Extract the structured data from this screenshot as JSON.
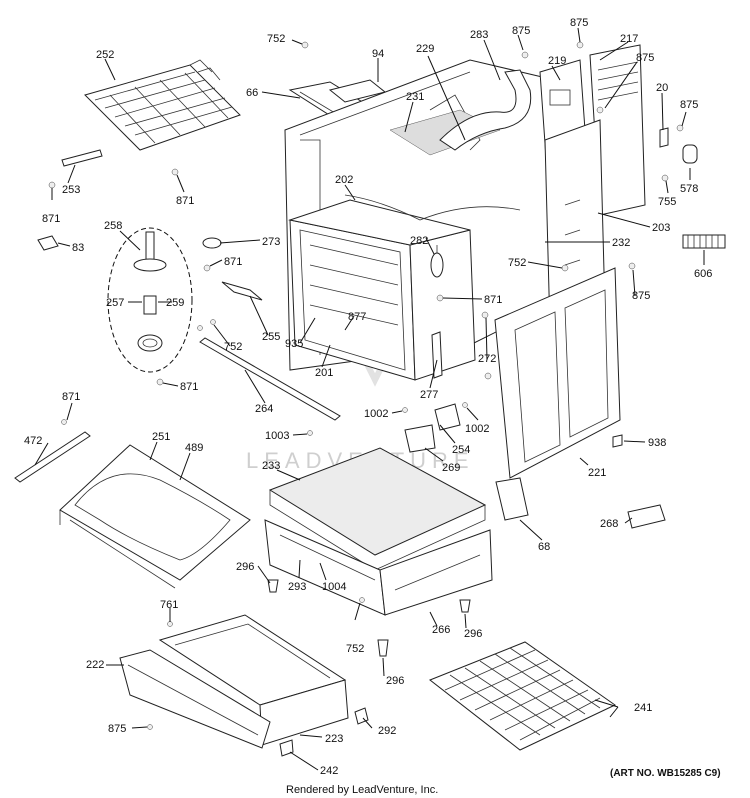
{
  "footer": {
    "rendered_by": "Rendered by LeadVenture, Inc."
  },
  "art_number": "(ART NO. WB15285 C9)",
  "watermark": "LEADVENTURE",
  "callouts": [
    {
      "id": "c752a",
      "label": "752"
    },
    {
      "id": "c94",
      "label": "94"
    },
    {
      "id": "c229",
      "label": "229"
    },
    {
      "id": "c283",
      "label": "283"
    },
    {
      "id": "c875a",
      "label": "875"
    },
    {
      "id": "c875b",
      "label": "875"
    },
    {
      "id": "c217",
      "label": "217"
    },
    {
      "id": "c219",
      "label": "219"
    },
    {
      "id": "c875c",
      "label": "875"
    },
    {
      "id": "c252",
      "label": "252"
    },
    {
      "id": "c66",
      "label": "66"
    },
    {
      "id": "c231",
      "label": "231"
    },
    {
      "id": "c20",
      "label": "20"
    },
    {
      "id": "c875d",
      "label": "875"
    },
    {
      "id": "c253",
      "label": "253"
    },
    {
      "id": "c871a",
      "label": "871"
    },
    {
      "id": "c871b",
      "label": "871"
    },
    {
      "id": "c202",
      "label": "202"
    },
    {
      "id": "c578",
      "label": "578"
    },
    {
      "id": "c755",
      "label": "755"
    },
    {
      "id": "c203",
      "label": "203"
    },
    {
      "id": "c258",
      "label": "258"
    },
    {
      "id": "c83",
      "label": "83"
    },
    {
      "id": "c273",
      "label": "273"
    },
    {
      "id": "c871c",
      "label": "871"
    },
    {
      "id": "c282",
      "label": "282"
    },
    {
      "id": "c232",
      "label": "232"
    },
    {
      "id": "c606",
      "label": "606"
    },
    {
      "id": "c752b",
      "label": "752"
    },
    {
      "id": "c257",
      "label": "257"
    },
    {
      "id": "c259",
      "label": "259"
    },
    {
      "id": "c871d",
      "label": "871"
    },
    {
      "id": "c875e",
      "label": "875"
    },
    {
      "id": "c877",
      "label": "877"
    },
    {
      "id": "c255",
      "label": "255"
    },
    {
      "id": "c752c",
      "label": "752"
    },
    {
      "id": "c935",
      "label": "935"
    },
    {
      "id": "c272",
      "label": "272"
    },
    {
      "id": "c201",
      "label": "201"
    },
    {
      "id": "c871e",
      "label": "871"
    },
    {
      "id": "c277",
      "label": "277"
    },
    {
      "id": "c264",
      "label": "264"
    },
    {
      "id": "c871f",
      "label": "871"
    },
    {
      "id": "c1002a",
      "label": "1002"
    },
    {
      "id": "c1002b",
      "label": "1002"
    },
    {
      "id": "c472",
      "label": "472"
    },
    {
      "id": "c251",
      "label": "251"
    },
    {
      "id": "c489",
      "label": "489"
    },
    {
      "id": "c1003",
      "label": "1003"
    },
    {
      "id": "c254",
      "label": "254"
    },
    {
      "id": "c938",
      "label": "938"
    },
    {
      "id": "c233",
      "label": "233"
    },
    {
      "id": "c269",
      "label": "269"
    },
    {
      "id": "c221",
      "label": "221"
    },
    {
      "id": "c68",
      "label": "68"
    },
    {
      "id": "c268",
      "label": "268"
    },
    {
      "id": "c296a",
      "label": "296"
    },
    {
      "id": "c293",
      "label": "293"
    },
    {
      "id": "c1004",
      "label": "1004"
    },
    {
      "id": "c761",
      "label": "761"
    },
    {
      "id": "c752d",
      "label": "752"
    },
    {
      "id": "c266",
      "label": "266"
    },
    {
      "id": "c296b",
      "label": "296"
    },
    {
      "id": "c222",
      "label": "222"
    },
    {
      "id": "c296c",
      "label": "296"
    },
    {
      "id": "c241",
      "label": "241"
    },
    {
      "id": "c292",
      "label": "292"
    },
    {
      "id": "c875f",
      "label": "875"
    },
    {
      "id": "c223",
      "label": "223"
    },
    {
      "id": "c242",
      "label": "242"
    }
  ]
}
